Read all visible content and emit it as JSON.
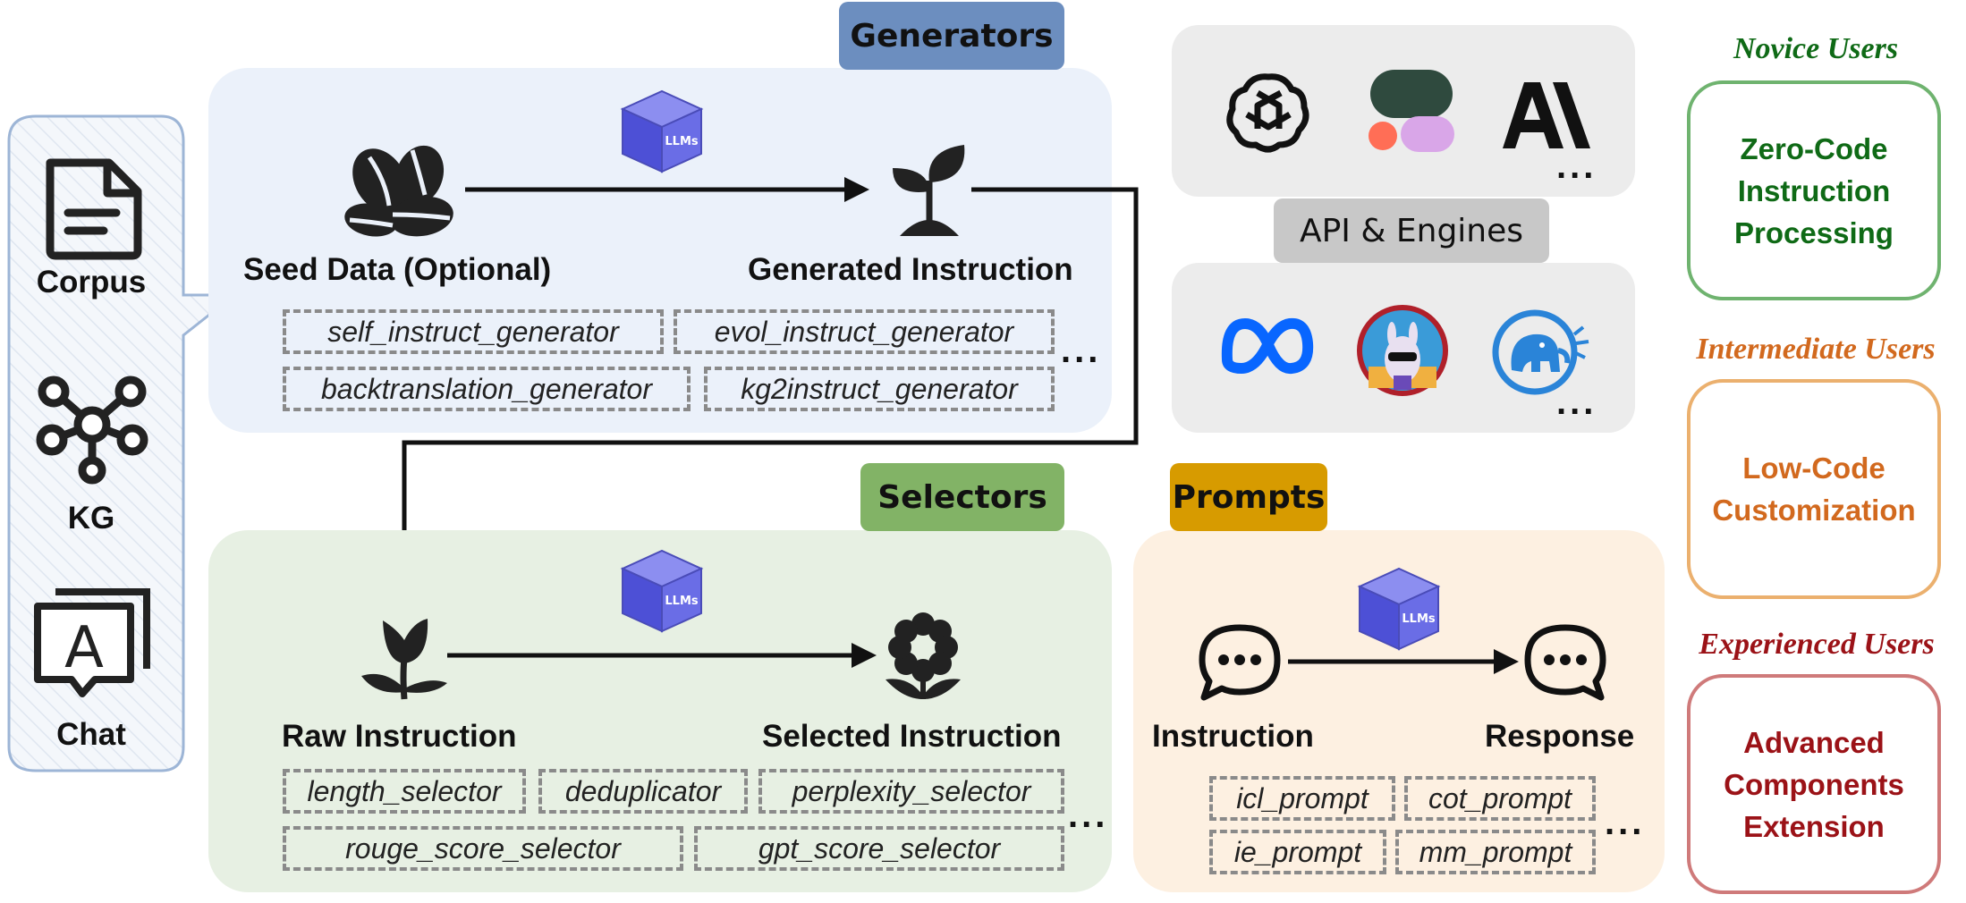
{
  "sources": [
    {
      "label": "Corpus",
      "icon": "document-icon"
    },
    {
      "label": "KG",
      "icon": "knowledge-graph-icon"
    },
    {
      "label": "Chat",
      "icon": "chat-icon"
    }
  ],
  "generators": {
    "tag": "Generators",
    "seed_label": "Seed Data (Optional)",
    "output_label": "Generated Instruction",
    "llm_cube": "LLMs",
    "modules": [
      "self_instruct_generator",
      "evol_instruct_generator",
      "backtranslation_generator",
      "kg2instruct_generator"
    ],
    "more": "..."
  },
  "selectors": {
    "tag": "Selectors",
    "input_label": "Raw Instruction",
    "output_label": "Selected Instruction",
    "llm_cube": "LLMs",
    "modules": [
      "length_selector",
      "deduplicator",
      "perplexity_selector",
      "rouge_score_selector",
      "gpt_score_selector"
    ],
    "more": "..."
  },
  "prompts": {
    "tag": "Prompts",
    "input_label": "Instruction",
    "output_label": "Response",
    "llm_cube": "LLMs",
    "modules": [
      "icl_prompt",
      "cot_prompt",
      "ie_prompt",
      "mm_prompt"
    ],
    "more": "..."
  },
  "api": {
    "tag": "API & Engines",
    "top_logos": [
      "openai-icon",
      "cohere-icon",
      "anthropic-icon"
    ],
    "bottom_logos": [
      "meta-icon",
      "llama-avatar-icon",
      "elephant-icon"
    ],
    "more_top": "...",
    "more_bottom": "..."
  },
  "users": [
    {
      "heading": "Novice Users",
      "text": [
        "Zero-Code",
        "Instruction",
        "Processing"
      ],
      "color": "#0f6a16",
      "border": "#6fb36f"
    },
    {
      "heading": "Intermediate Users",
      "text": [
        "Low-Code",
        "Customization"
      ],
      "color": "#d2691e",
      "border": "#ebb06e"
    },
    {
      "heading": "Experienced Users",
      "text": [
        "Advanced",
        "Components",
        "Extension"
      ],
      "color": "#9b1217",
      "border": "#cf7a7a"
    }
  ],
  "colors": {
    "generators_panel": "#ebf1fa",
    "generators_tag": "#6c8ebf",
    "selectors_panel": "#e7f0e3",
    "selectors_tag": "#82b366",
    "prompts_panel": "#fdf0e1",
    "prompts_tag": "#d79b00",
    "api_tag": "#c8c8c8",
    "logo_box": "#ececec"
  }
}
